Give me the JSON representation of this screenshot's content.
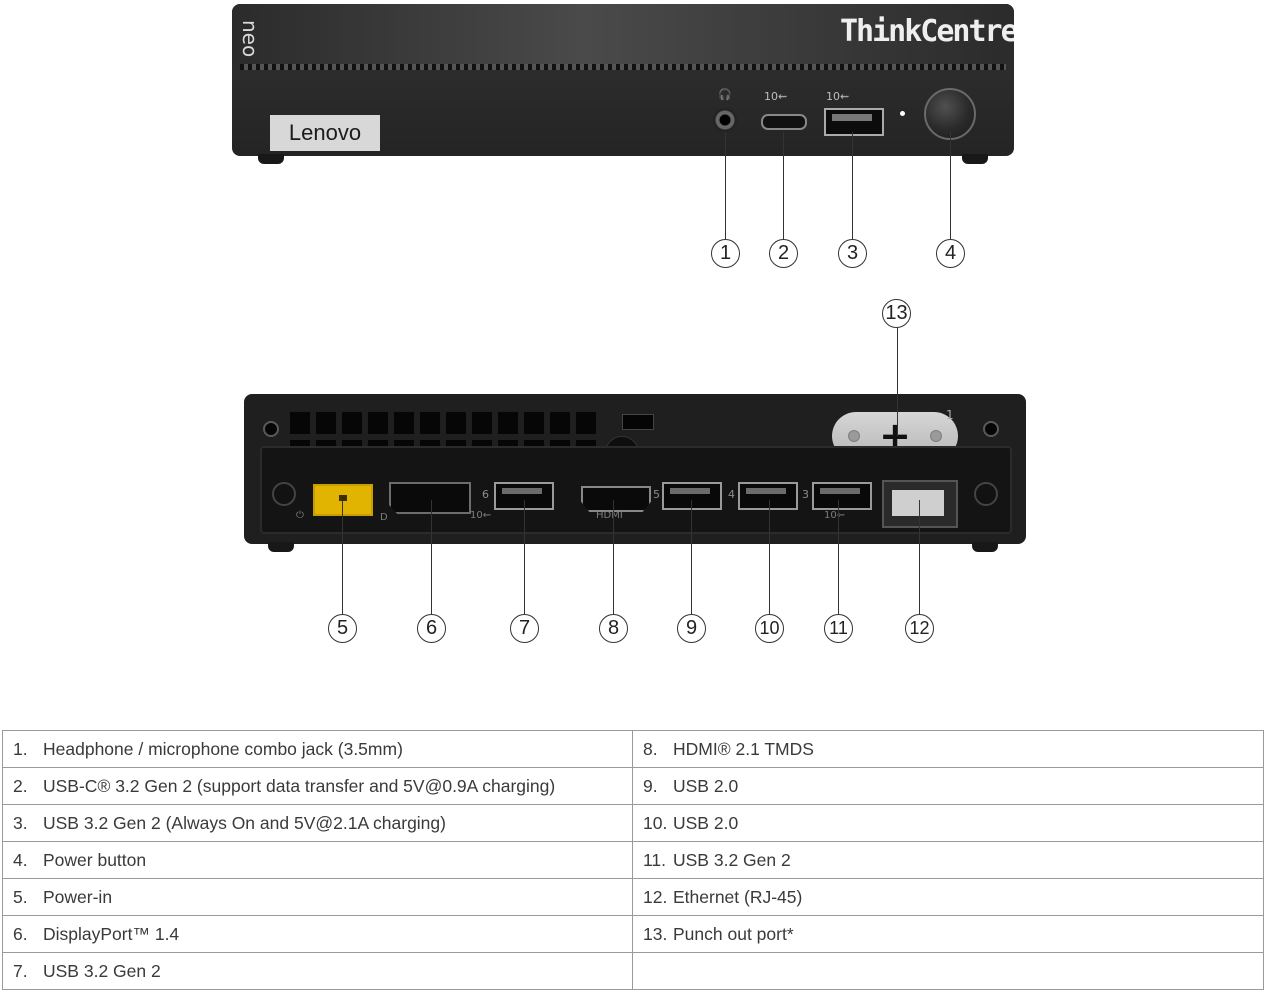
{
  "front": {
    "series_text": "neo",
    "brand_logo": "ThinkCentre",
    "badge_text": "Lenovo",
    "usbc_speed_glyph": "10⇜",
    "usba_speed_glyph": "10⇜",
    "ports": [
      {
        "label": "1",
        "icon": "headset-jack-icon"
      },
      {
        "label": "2",
        "icon": "usb-c-port-icon"
      },
      {
        "label": "3",
        "icon": "usb-a-port-icon"
      },
      {
        "label": "4",
        "icon": "power-button-icon"
      }
    ]
  },
  "rear": {
    "port_numbers": {
      "dp_usb": "6",
      "hdmi_usb": "5",
      "usb4": "4",
      "usb3": "3",
      "punch": "1"
    },
    "glyphs": {
      "usb_fast": "10⇜",
      "hdmi": "HDMI",
      "dp": "D"
    },
    "ports": [
      {
        "label": "5",
        "icon": "power-in-port-icon"
      },
      {
        "label": "6",
        "icon": "displayport-icon"
      },
      {
        "label": "7",
        "icon": "usb-a-port-icon"
      },
      {
        "label": "8",
        "icon": "hdmi-port-icon"
      },
      {
        "label": "9",
        "icon": "usb-a-port-icon"
      },
      {
        "label": "10",
        "icon": "usb-a-port-icon"
      },
      {
        "label": "11",
        "icon": "usb-a-port-icon"
      },
      {
        "label": "12",
        "icon": "ethernet-port-icon"
      },
      {
        "label": "13",
        "icon": "punch-out-port-icon"
      }
    ]
  },
  "legend": [
    {
      "left_num": "1.",
      "left_text": "Headphone / microphone combo jack (3.5mm)",
      "right_num": "8.",
      "right_text": "HDMI® 2.1 TMDS"
    },
    {
      "left_num": "2.",
      "left_text": "USB-C® 3.2 Gen 2 (support data transfer and 5V@0.9A charging)",
      "right_num": "9.",
      "right_text": "USB 2.0"
    },
    {
      "left_num": "3.",
      "left_text": "USB 3.2 Gen 2 (Always On and 5V@2.1A charging)",
      "right_num": "10.",
      "right_text": "USB 2.0"
    },
    {
      "left_num": "4.",
      "left_text": "Power button",
      "right_num": "11.",
      "right_text": "USB 3.2 Gen 2"
    },
    {
      "left_num": "5.",
      "left_text": "Power-in",
      "right_num": "12.",
      "right_text": "Ethernet (RJ-45)"
    },
    {
      "left_num": "6.",
      "left_text": "DisplayPort™ 1.4",
      "right_num": "13.",
      "right_text": "Punch out port*"
    },
    {
      "left_num": "7.",
      "left_text": "USB 3.2 Gen 2",
      "right_num": "",
      "right_text": ""
    }
  ]
}
